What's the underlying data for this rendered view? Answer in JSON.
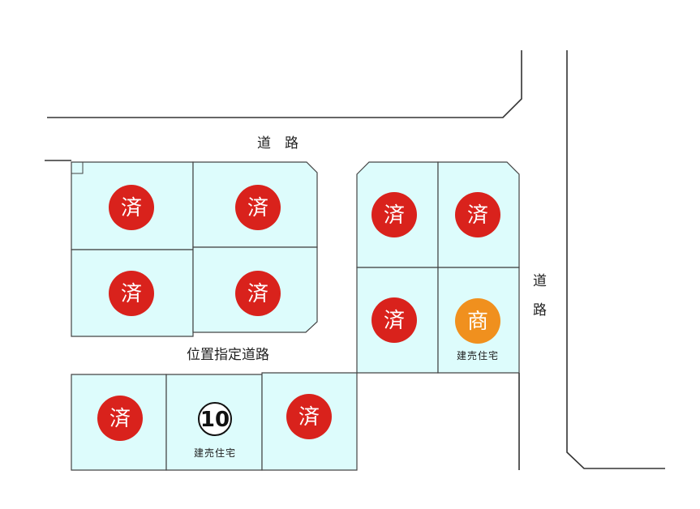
{
  "roads": {
    "top_label": "道　路",
    "right_label_1": "道",
    "right_label_2": "路",
    "private_road_label": "位置指定道路"
  },
  "lots": [
    {
      "id": "lot-1",
      "status": "sold",
      "label": "済"
    },
    {
      "id": "lot-2",
      "status": "sold",
      "label": "済"
    },
    {
      "id": "lot-3",
      "status": "sold",
      "label": "済"
    },
    {
      "id": "lot-4",
      "status": "sold",
      "label": "済"
    },
    {
      "id": "lot-5",
      "status": "sold",
      "label": "済"
    },
    {
      "id": "lot-6",
      "status": "sold",
      "label": "済"
    },
    {
      "id": "lot-7",
      "status": "sold",
      "label": "済"
    },
    {
      "id": "lot-8",
      "status": "negotiating",
      "label": "商",
      "sublabel": "建売住宅"
    },
    {
      "id": "lot-9",
      "status": "sold",
      "label": "済"
    },
    {
      "id": "lot-10",
      "status": "available",
      "label": "⑩",
      "sublabel": "建売住宅"
    },
    {
      "id": "lot-11",
      "status": "sold",
      "label": "済"
    }
  ],
  "colors": {
    "sold": "#d9221c",
    "negotiating": "#f0901e",
    "lot_fill": "#ddfcfc"
  }
}
